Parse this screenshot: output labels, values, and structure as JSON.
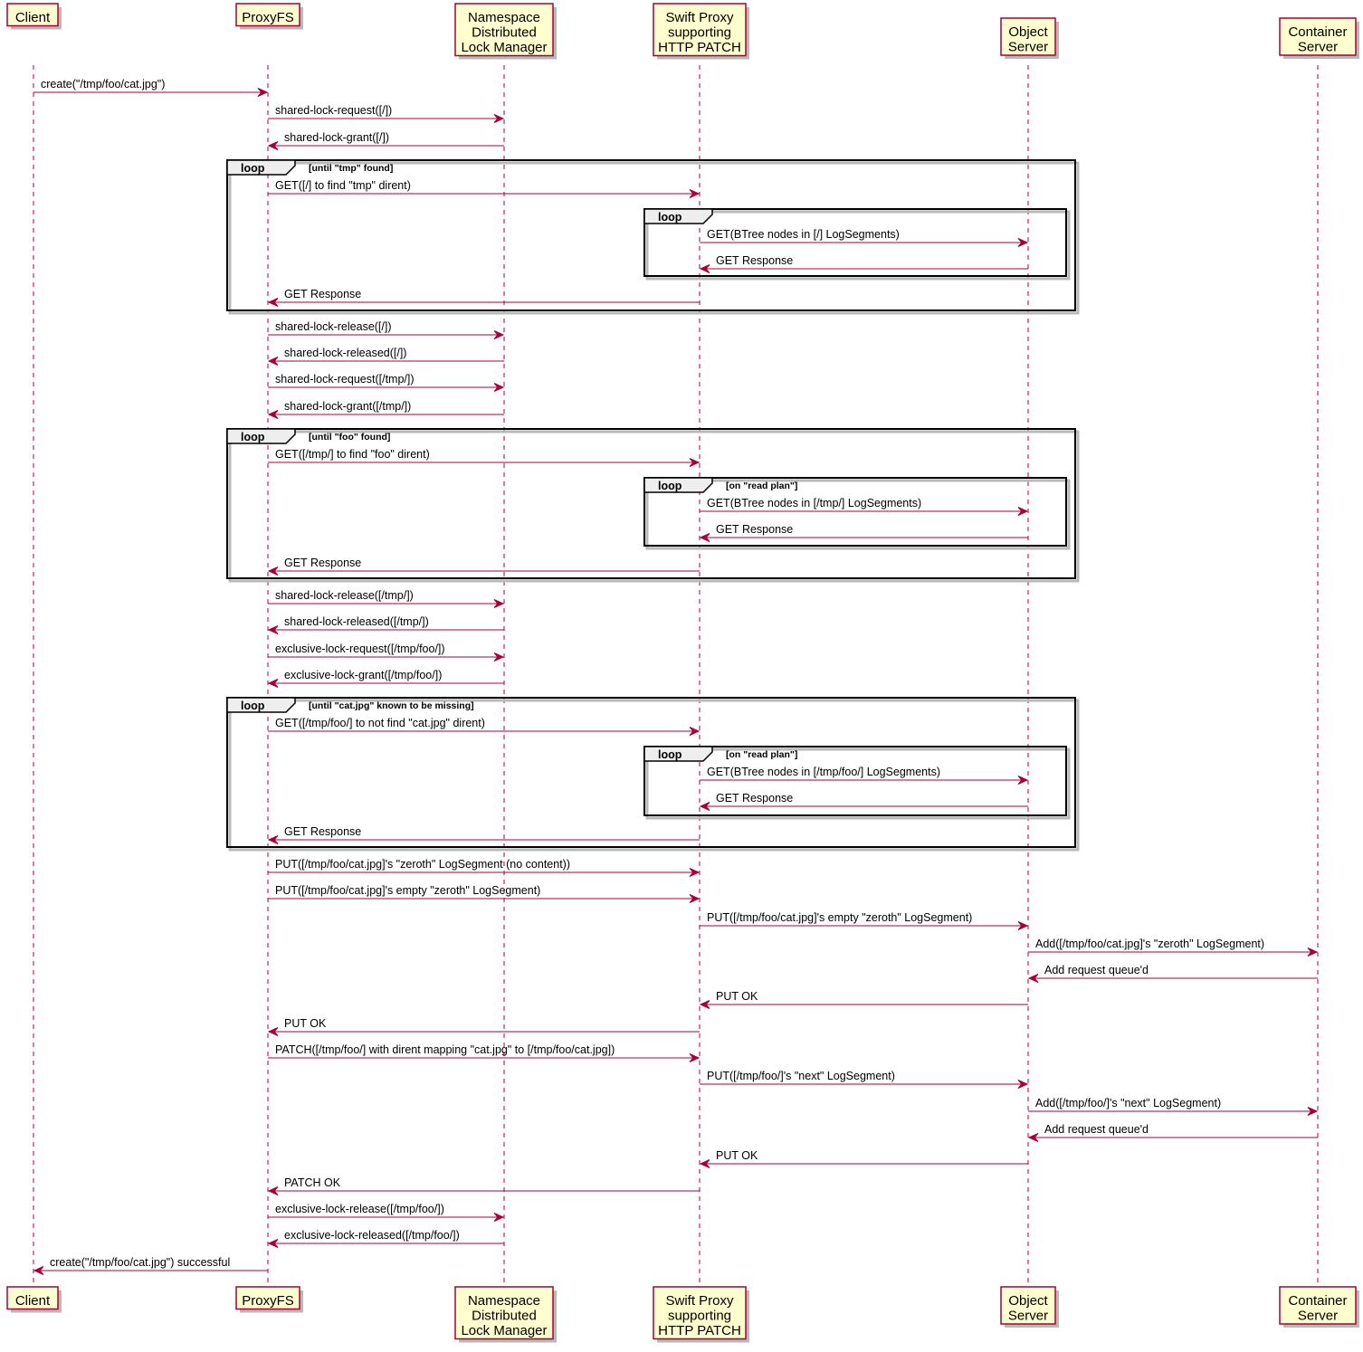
{
  "diagram": {
    "participants": [
      {
        "id": "client",
        "label": [
          "Client"
        ]
      },
      {
        "id": "proxyfs",
        "label": [
          "ProxyFS"
        ]
      },
      {
        "id": "ndlm",
        "label": [
          "Namespace",
          "Distributed",
          "Lock Manager"
        ]
      },
      {
        "id": "swift",
        "label": [
          "Swift Proxy",
          "supporting",
          "HTTP PATCH"
        ]
      },
      {
        "id": "object",
        "label": [
          "Object",
          "Server"
        ]
      },
      {
        "id": "container",
        "label": [
          "Container",
          "Server"
        ]
      }
    ],
    "frames": [
      {
        "keyword": "loop",
        "guard": "[until \"tmp\" found]"
      },
      {
        "keyword": "loop",
        "guard": ""
      },
      {
        "keyword": "loop",
        "guard": "[until \"foo\" found]"
      },
      {
        "keyword": "loop",
        "guard": "[on \"read plan\"]"
      },
      {
        "keyword": "loop",
        "guard": "[until \"cat.jpg\" known to be missing]"
      },
      {
        "keyword": "loop",
        "guard": "[on \"read plan\"]"
      }
    ],
    "messages": [
      {
        "from": "client",
        "to": "proxyfs",
        "text": "create(\"/tmp/foo/cat.jpg\")"
      },
      {
        "from": "proxyfs",
        "to": "ndlm",
        "text": "shared-lock-request([/])"
      },
      {
        "from": "ndlm",
        "to": "proxyfs",
        "text": "shared-lock-grant([/])"
      },
      {
        "from": "proxyfs",
        "to": "swift",
        "text": "GET([/] to find \"tmp\" dirent)"
      },
      {
        "from": "swift",
        "to": "object",
        "text": "GET(BTree nodes in [/] LogSegments)"
      },
      {
        "from": "object",
        "to": "swift",
        "text": "GET Response"
      },
      {
        "from": "swift",
        "to": "proxyfs",
        "text": "GET Response"
      },
      {
        "from": "proxyfs",
        "to": "ndlm",
        "text": "shared-lock-release([/])"
      },
      {
        "from": "ndlm",
        "to": "proxyfs",
        "text": "shared-lock-released([/])"
      },
      {
        "from": "proxyfs",
        "to": "ndlm",
        "text": "shared-lock-request([/tmp/])"
      },
      {
        "from": "ndlm",
        "to": "proxyfs",
        "text": "shared-lock-grant([/tmp/])"
      },
      {
        "from": "proxyfs",
        "to": "swift",
        "text": "GET([/tmp/] to find \"foo\" dirent)"
      },
      {
        "from": "swift",
        "to": "object",
        "text": "GET(BTree nodes in [/tmp/] LogSegments)"
      },
      {
        "from": "object",
        "to": "swift",
        "text": "GET Response"
      },
      {
        "from": "swift",
        "to": "proxyfs",
        "text": "GET Response"
      },
      {
        "from": "proxyfs",
        "to": "ndlm",
        "text": "shared-lock-release([/tmp/])"
      },
      {
        "from": "ndlm",
        "to": "proxyfs",
        "text": "shared-lock-released([/tmp/])"
      },
      {
        "from": "proxyfs",
        "to": "ndlm",
        "text": "exclusive-lock-request([/tmp/foo/])"
      },
      {
        "from": "ndlm",
        "to": "proxyfs",
        "text": "exclusive-lock-grant([/tmp/foo/])"
      },
      {
        "from": "proxyfs",
        "to": "swift",
        "text": "GET([/tmp/foo/] to not find \"cat.jpg\" dirent)"
      },
      {
        "from": "swift",
        "to": "object",
        "text": "GET(BTree nodes in [/tmp/foo/] LogSegments)"
      },
      {
        "from": "object",
        "to": "swift",
        "text": "GET Response"
      },
      {
        "from": "swift",
        "to": "proxyfs",
        "text": "GET Response"
      },
      {
        "from": "proxyfs",
        "to": "swift",
        "text": "PUT([/tmp/foo/cat.jpg]'s \"zeroth\" LogSegment (no content))"
      },
      {
        "from": "proxyfs",
        "to": "swift",
        "text": "PUT([/tmp/foo/cat.jpg]'s empty \"zeroth\" LogSegment)"
      },
      {
        "from": "swift",
        "to": "object",
        "text": "PUT([/tmp/foo/cat.jpg]'s empty \"zeroth\" LogSegment)"
      },
      {
        "from": "object",
        "to": "container",
        "text": "Add([/tmp/foo/cat.jpg]'s \"zeroth\" LogSegment)"
      },
      {
        "from": "container",
        "to": "object",
        "text": "Add request queue'd"
      },
      {
        "from": "object",
        "to": "swift",
        "text": "PUT OK"
      },
      {
        "from": "swift",
        "to": "proxyfs",
        "text": "PUT OK"
      },
      {
        "from": "proxyfs",
        "to": "swift",
        "text": "PATCH([/tmp/foo/] with dirent mapping \"cat.jpg\" to [/tmp/foo/cat.jpg])"
      },
      {
        "from": "swift",
        "to": "object",
        "text": "PUT([/tmp/foo/]'s \"next\" LogSegment)"
      },
      {
        "from": "object",
        "to": "container",
        "text": "Add([/tmp/foo/]'s \"next\" LogSegment)"
      },
      {
        "from": "container",
        "to": "object",
        "text": "Add request queue'd"
      },
      {
        "from": "object",
        "to": "swift",
        "text": "PUT OK"
      },
      {
        "from": "swift",
        "to": "proxyfs",
        "text": "PATCH OK"
      },
      {
        "from": "proxyfs",
        "to": "ndlm",
        "text": "exclusive-lock-release([/tmp/foo/])"
      },
      {
        "from": "ndlm",
        "to": "proxyfs",
        "text": "exclusive-lock-released([/tmp/foo/])"
      },
      {
        "from": "proxyfs",
        "to": "client",
        "text": "create(\"/tmp/foo/cat.jpg\") successful"
      }
    ]
  }
}
